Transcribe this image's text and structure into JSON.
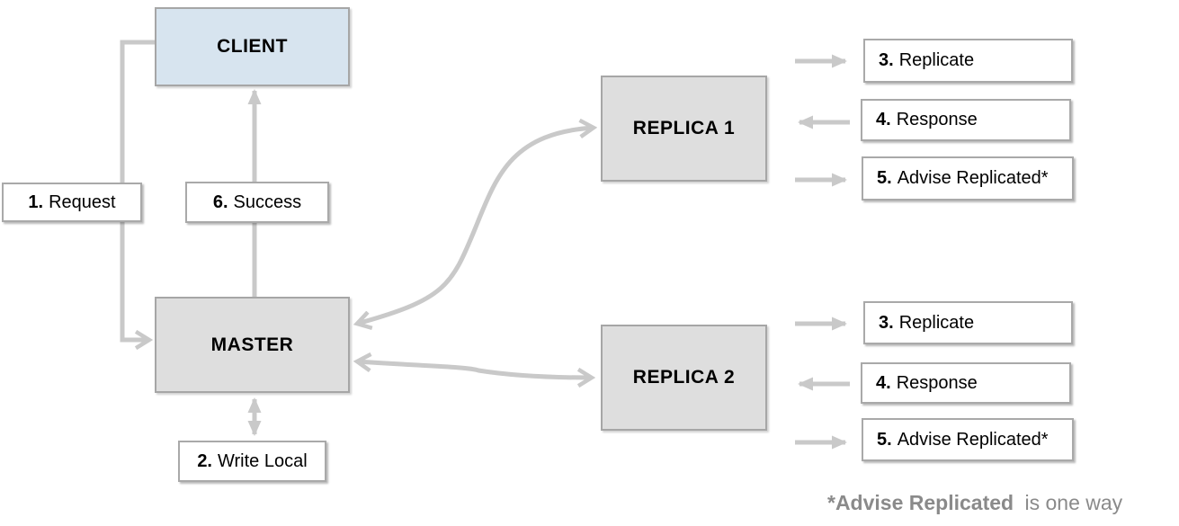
{
  "diagram": {
    "nodes": {
      "client": "CLIENT",
      "master": "MASTER",
      "replica1": "REPLICA 1",
      "replica2": "REPLICA 2"
    },
    "steps": {
      "request": {
        "num": "1.",
        "label": "Request"
      },
      "write_local": {
        "num": "2.",
        "label": "Write Local"
      },
      "replicate": {
        "num": "3.",
        "label": "Replicate"
      },
      "response": {
        "num": "4.",
        "label": "Response"
      },
      "advise_replicated": {
        "num": "5.",
        "label": "Advise Replicated*"
      },
      "success": {
        "num": "6.",
        "label": "Success"
      }
    },
    "footnote": {
      "bold": "*Advise Replicated",
      "text": "is one way"
    },
    "colors": {
      "client_fill": "#d7e4ef",
      "node_fill": "#dedede",
      "node_border": "#a6a6a6",
      "label_border": "#a9a9a9",
      "arrow": "#c9c9c9",
      "text": "#000000",
      "footnote_text": "#8a8a8a"
    }
  }
}
